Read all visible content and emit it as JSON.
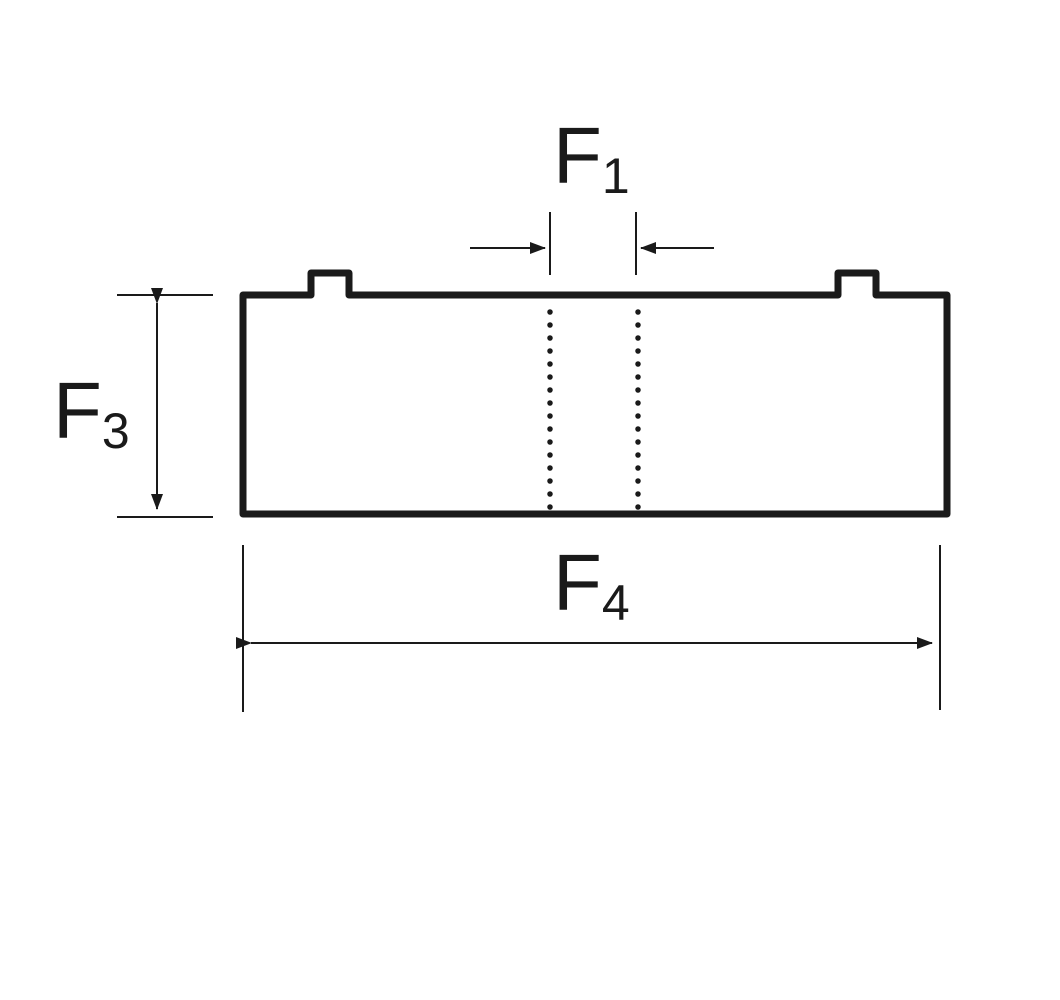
{
  "labels": {
    "f1": {
      "main": "F",
      "sub": "1"
    },
    "f3": {
      "main": "F",
      "sub": "3"
    },
    "f4": {
      "main": "F",
      "sub": "4"
    }
  },
  "colors": {
    "stroke": "#1a1a1a",
    "background": "#ffffff"
  }
}
